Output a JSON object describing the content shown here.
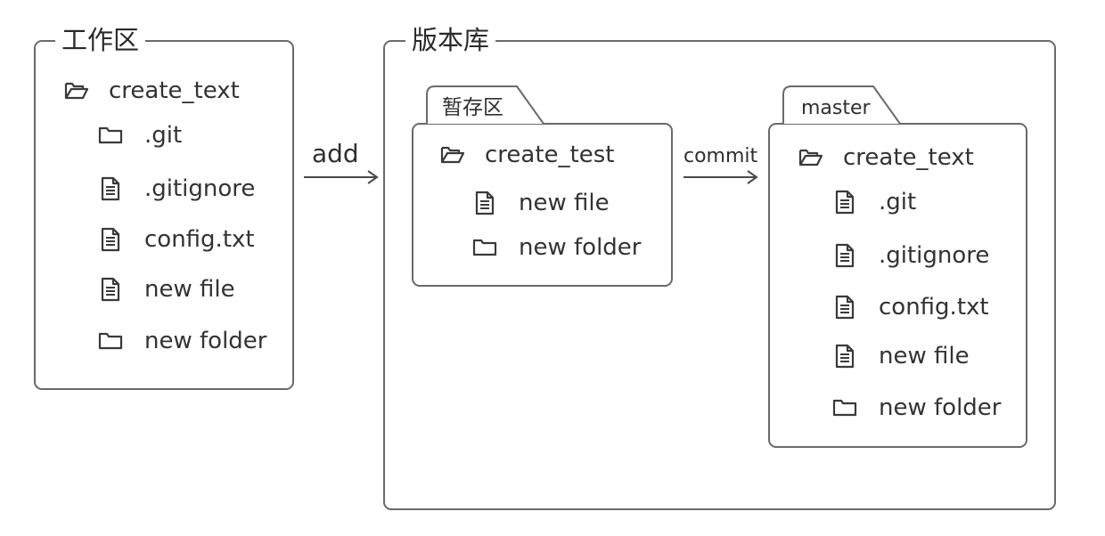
{
  "working_dir": {
    "title": "工作区",
    "root": {
      "label": "create_text",
      "icon": "folder-open-icon"
    },
    "children": [
      {
        "label": ".git",
        "icon": "folder-icon"
      },
      {
        "label": ".gitignore",
        "icon": "file-icon"
      },
      {
        "label": "config.txt",
        "icon": "file-icon"
      },
      {
        "label": "new file",
        "icon": "file-icon"
      },
      {
        "label": "new folder",
        "icon": "folder-icon"
      }
    ]
  },
  "add_arrow": {
    "label": "add"
  },
  "repository": {
    "title": "版本库",
    "staging": {
      "tab_label": "暂存区",
      "root": {
        "label": "create_test",
        "icon": "folder-open-icon"
      },
      "children": [
        {
          "label": "new file",
          "icon": "file-icon"
        },
        {
          "label": "new folder",
          "icon": "folder-icon"
        }
      ]
    },
    "commit_arrow": {
      "label": "commit"
    },
    "master": {
      "tab_label": "master",
      "root": {
        "label": "create_text",
        "icon": "folder-open-icon"
      },
      "children": [
        {
          "label": ".git",
          "icon": "file-icon"
        },
        {
          "label": ".gitignore",
          "icon": "file-icon"
        },
        {
          "label": "config.txt",
          "icon": "file-icon"
        },
        {
          "label": "new file",
          "icon": "file-icon"
        },
        {
          "label": "new folder",
          "icon": "folder-icon"
        }
      ]
    }
  },
  "colors": {
    "stroke": "#6a6a6a",
    "text": "#2f2f2f"
  }
}
